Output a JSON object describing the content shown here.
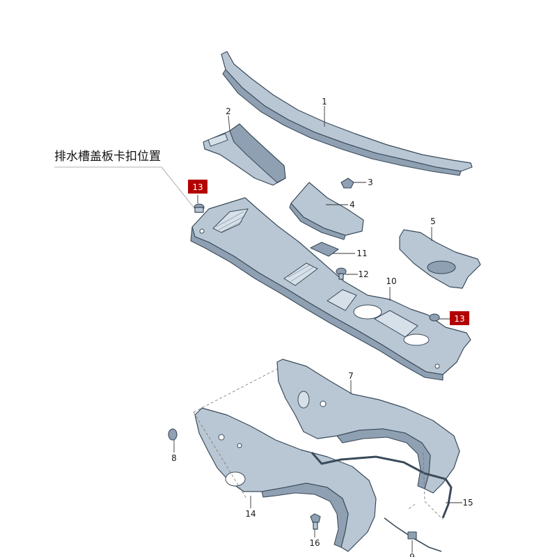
{
  "callout_text": "排水槽盖板卡扣位置",
  "highlighted_label": "13",
  "labels": {
    "p1": "1",
    "p2": "2",
    "p3": "3",
    "p4": "4",
    "p5": "5",
    "p7": "7",
    "p8": "8",
    "p9": "9",
    "p10": "10",
    "p11": "11",
    "p12": "12",
    "p14": "14",
    "p15": "15",
    "p16": "16"
  },
  "colors": {
    "tag": "#b30000",
    "part": "#b9c7d4"
  }
}
